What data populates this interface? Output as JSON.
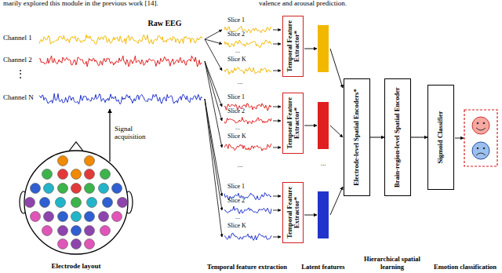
{
  "diagram": {
    "nodes": [
      {
        "text": [
          "Temporal Feature Extractor*"
        ]
      },
      {
        "text": [
          "Temporal Feature Extractor*"
        ]
      },
      {
        "text": [
          "Temporal Feature Extractor*"
        ]
      },
      {
        "text": [
          "Electrode-level Spatial Encoders*"
        ]
      },
      {
        "text": [
          "Brain-region-level Spatial Encoder"
        ]
      },
      {
        "text": [
          "Sigmoid Classifier"
        ]
      }
    ],
    "edges": [
      {
        "from": 3,
        "to": 4,
        "arrow": "to"
      },
      {
        "from": 4,
        "to": 5,
        "arrow": "to"
      }
    ],
    "labels": [
      "marily explored this module in the previous work [14].",
      "valence and arousal prediction.",
      "Raw EEG",
      "Channel 1",
      "Channel 2",
      "⋮",
      "Channel N",
      "Signal acquisition",
      "Electrode layout",
      "Slice 1",
      "Slice 2",
      "...",
      "Slice K",
      "...",
      "Slice 1",
      "Slice 2",
      "...",
      "Slice K",
      "...",
      "Slice 1",
      "Slice 2",
      "...",
      "Slice K",
      "...",
      "Temporal feature extraction",
      "Latent features",
      "Hierarchical spatial learning",
      "Emotion classification"
    ]
  }
}
